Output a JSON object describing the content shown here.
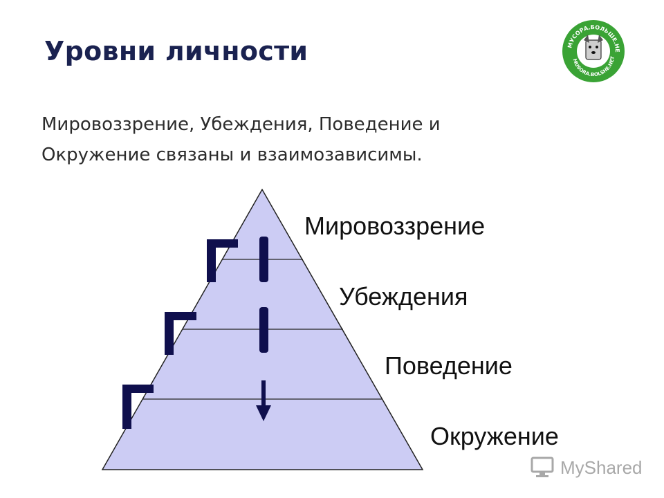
{
  "title": "Уровни личности",
  "subtitle": {
    "line1": "Мировоззрение, Убеждения, Поведение и",
    "line2": "Окружение связаны и взаимозависимы."
  },
  "levels": [
    {
      "label": "Мировоззрение"
    },
    {
      "label": "Убеждения"
    },
    {
      "label": "Поведение"
    },
    {
      "label": "Окружение"
    }
  ],
  "colors": {
    "pyramid_fill": "#ccccf4",
    "pyramid_stroke": "#222222",
    "marker": "#0f0f4d",
    "title": "#1a2250",
    "logo_green": "#3aa335"
  },
  "logo": {
    "top_text": "МУСОРА.БОЛЬШЕ.НЕТ",
    "right_text": "MUSORA.BOLSHE.NET"
  },
  "watermark": {
    "text": "MyShared",
    "icon": "monitor-icon"
  }
}
